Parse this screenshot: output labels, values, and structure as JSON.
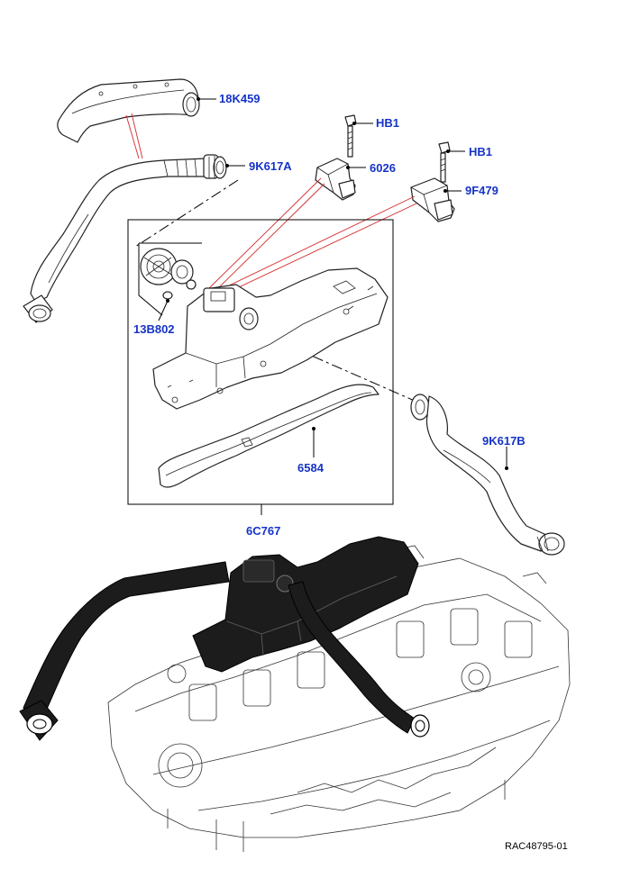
{
  "diagram": {
    "callouts": [
      {
        "id": "c-18k459",
        "label": "18K459"
      },
      {
        "id": "c-hb1-a",
        "label": "HB1"
      },
      {
        "id": "c-9k617a",
        "label": "9K617A"
      },
      {
        "id": "c-6026",
        "label": "6026"
      },
      {
        "id": "c-hb1-b",
        "label": "HB1"
      },
      {
        "id": "c-9f479",
        "label": "9F479"
      },
      {
        "id": "c-13b802",
        "label": "13B802"
      },
      {
        "id": "c-9k617b",
        "label": "9K617B"
      },
      {
        "id": "c-6584",
        "label": "6584"
      },
      {
        "id": "c-6c767",
        "label": "6C767"
      }
    ],
    "reference": "RAC48795-01"
  },
  "colors": {
    "callout": "#1533c8",
    "leader_red": "#d42a2a",
    "hose": "#1c1c1c"
  }
}
